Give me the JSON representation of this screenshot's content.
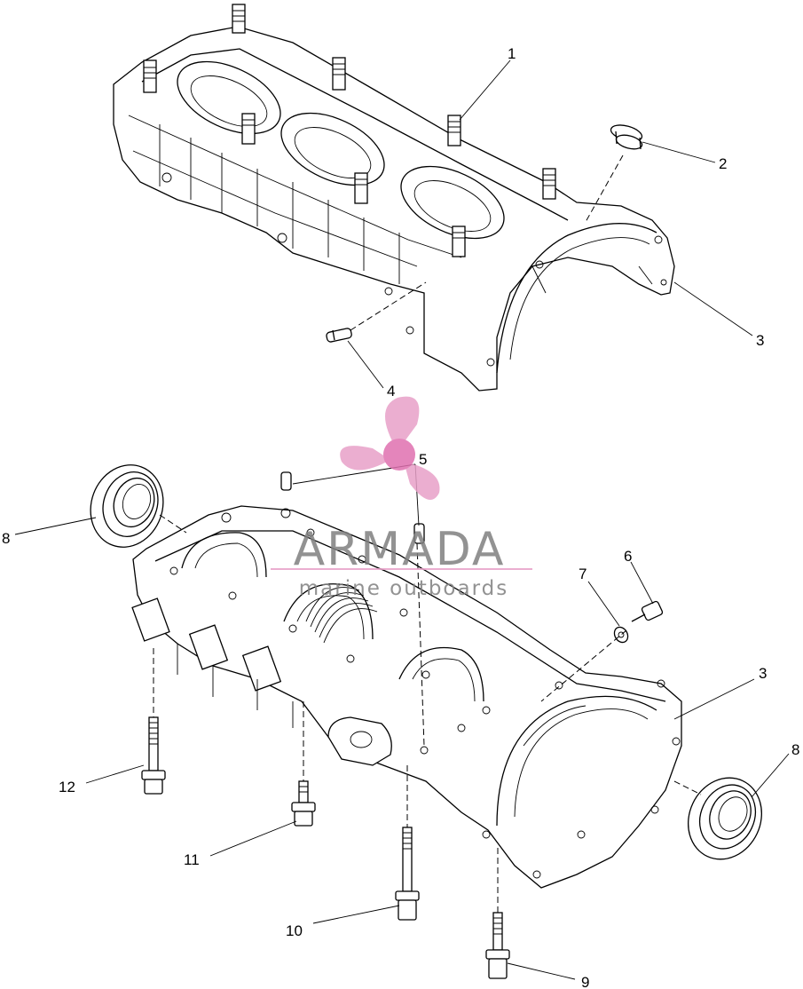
{
  "callouts": {
    "c1": "1",
    "c2": "2",
    "c3_top": "3",
    "c4": "4",
    "c5": "5",
    "c6": "6",
    "c7": "7",
    "c3_bottom": "3",
    "c8_left": "8",
    "c8_right": "8",
    "c9": "9",
    "c10": "10",
    "c11": "11",
    "c12": "12"
  },
  "watermark": {
    "title": "ARMADA",
    "subtitle": "marine outboards",
    "colors": {
      "logo": "#e8a0c8",
      "logo_hub": "#e070b0",
      "text": "#808080"
    }
  },
  "colors": {
    "line": "#000000",
    "background": "#ffffff"
  }
}
